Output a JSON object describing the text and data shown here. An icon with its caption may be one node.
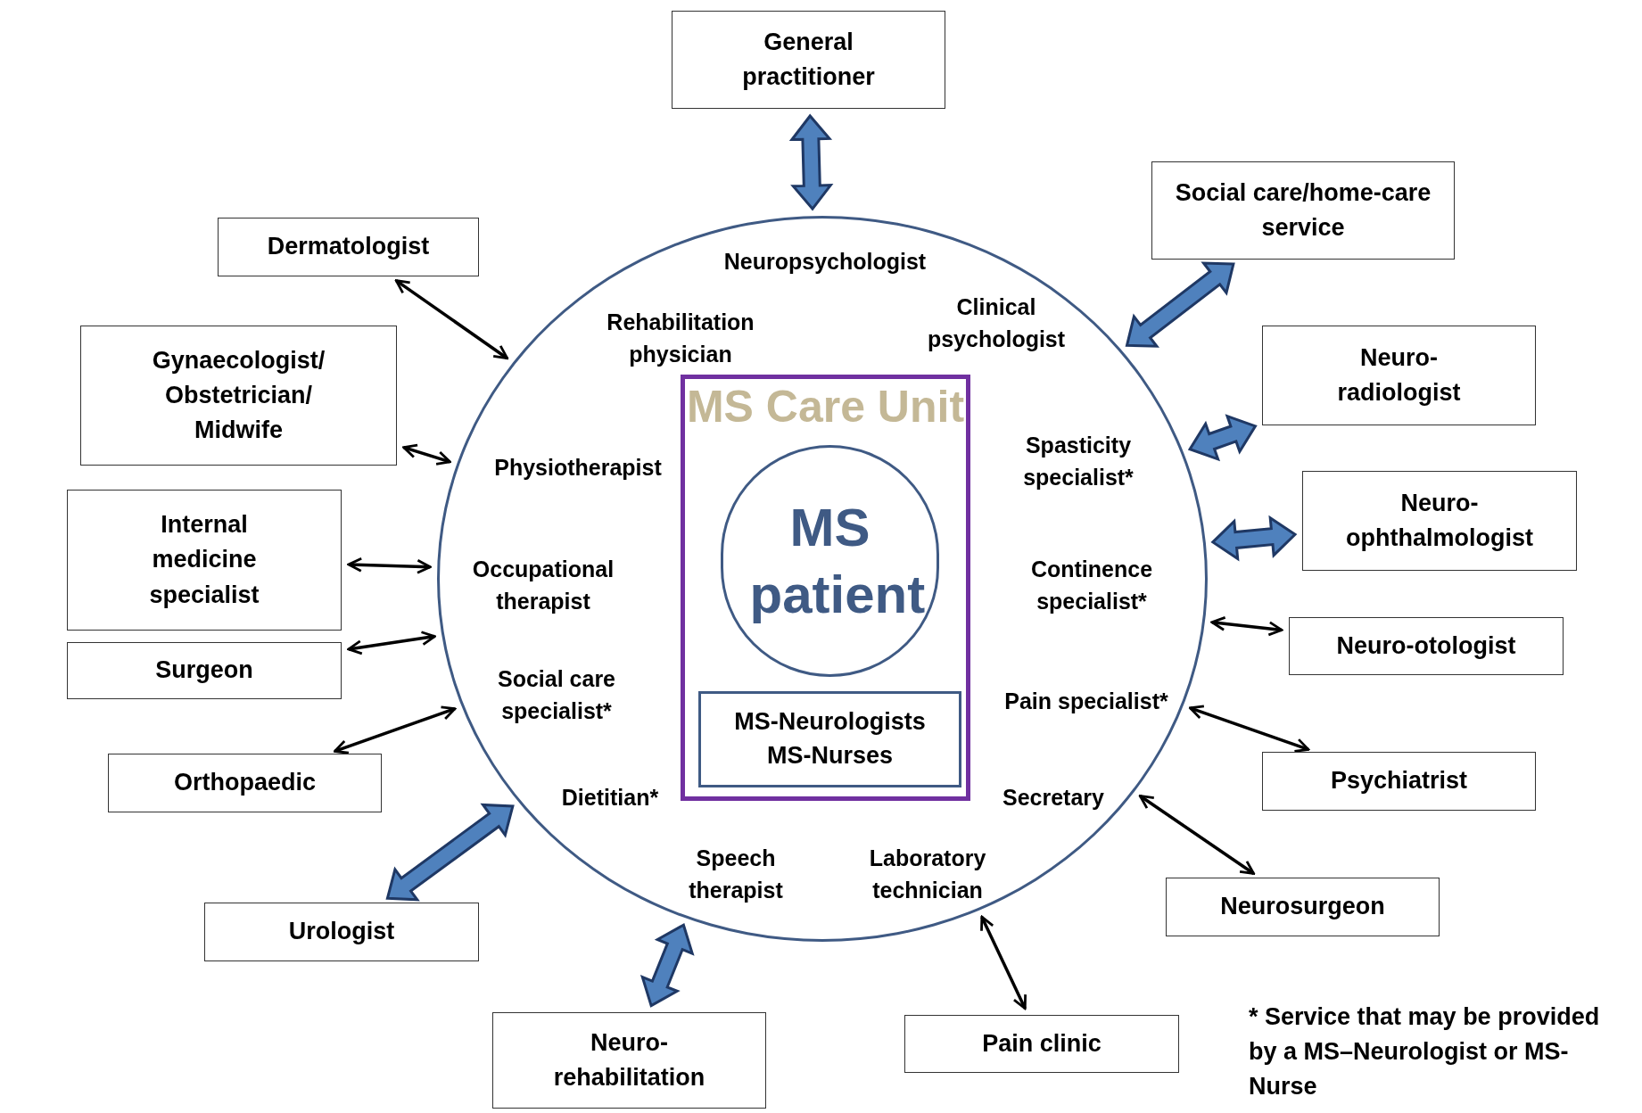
{
  "diagram": {
    "nodes": [
      {
        "text": [
          "Neuropsychologist",
          "Rehabilitation physician",
          "Clinical psychologist",
          "Physiotherapist",
          "Spasticity specialist*",
          "Occupational therapist",
          "Continence specialist*",
          "Social care specialist*",
          "Pain specialist*",
          "Dietitian*",
          "Secretary",
          "Speech therapist",
          "Laboratory technician"
        ]
      },
      {
        "text": [
          "MS Care Unit"
        ],
        "in": 0
      },
      {
        "text": [
          "MS patient"
        ],
        "in": 1
      },
      {
        "text": [
          "MS-Neurologists",
          "MS-Nurses"
        ],
        "in": 1
      },
      {
        "text": [
          "General practitioner"
        ]
      },
      {
        "text": [
          "Social care/home-care service"
        ]
      },
      {
        "text": [
          "Dermatologist"
        ]
      },
      {
        "text": [
          "Gynaecologist/ Obstetrician/ Midwife"
        ]
      },
      {
        "text": [
          "Neuro-radiologist"
        ]
      },
      {
        "text": [
          "Neuro-ophthalmologist"
        ]
      },
      {
        "text": [
          "Internal medicine specialist"
        ]
      },
      {
        "text": [
          "Neuro-otologist"
        ]
      },
      {
        "text": [
          "Surgeon"
        ]
      },
      {
        "text": [
          "Psychiatrist"
        ]
      },
      {
        "text": [
          "Orthopaedic"
        ]
      },
      {
        "text": [
          "Neurosurgeon"
        ]
      },
      {
        "text": [
          "Urologist"
        ]
      },
      {
        "text": [
          "Neuro-rehabilitation"
        ]
      },
      {
        "text": [
          "Pain clinic"
        ]
      }
    ],
    "edges": [
      {
        "from": 4,
        "to": 0,
        "arrow": "both",
        "style": "thick",
        "color": "#4f81bd"
      },
      {
        "from": 5,
        "to": 0,
        "arrow": "both",
        "style": "thick",
        "color": "#4f81bd"
      },
      {
        "from": 6,
        "to": 0,
        "arrow": "both"
      },
      {
        "from": 7,
        "to": 0,
        "arrow": "both"
      },
      {
        "from": 8,
        "to": 0,
        "arrow": "both",
        "style": "thick",
        "color": "#4f81bd"
      },
      {
        "from": 9,
        "to": 0,
        "arrow": "both",
        "style": "thick",
        "color": "#4f81bd"
      },
      {
        "from": 10,
        "to": 0,
        "arrow": "both"
      },
      {
        "from": 11,
        "to": 0,
        "arrow": "both"
      },
      {
        "from": 12,
        "to": 0,
        "arrow": "both"
      },
      {
        "from": 13,
        "to": 0,
        "arrow": "both"
      },
      {
        "from": 14,
        "to": 0,
        "arrow": "both"
      },
      {
        "from": 15,
        "to": 0,
        "arrow": "both"
      },
      {
        "from": 16,
        "to": 0,
        "arrow": "both",
        "style": "thick",
        "color": "#4f81bd"
      },
      {
        "from": 17,
        "to": 0,
        "arrow": "both",
        "style": "thick",
        "color": "#4f81bd"
      },
      {
        "from": 18,
        "to": 0,
        "arrow": "both"
      }
    ],
    "labels": [
      "* Service that may be provided by a MS–Neurologist or MS-Nurse"
    ]
  }
}
